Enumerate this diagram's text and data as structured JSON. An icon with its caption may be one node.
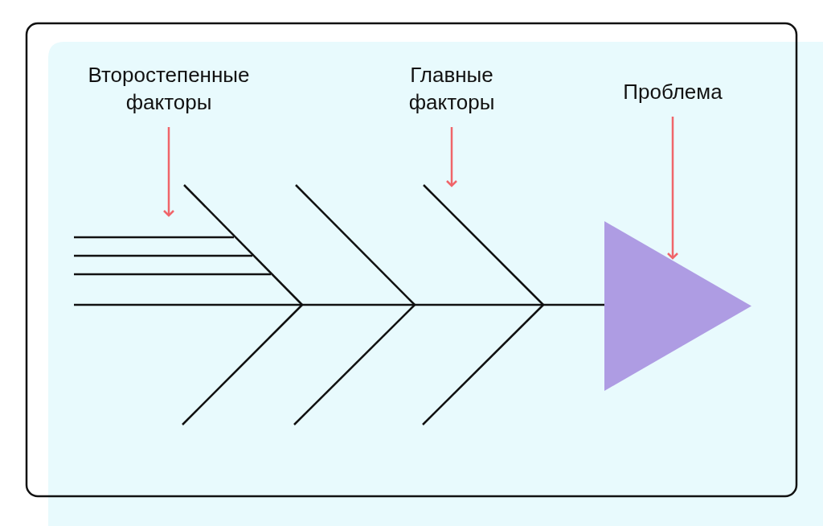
{
  "diagram": {
    "nodes": [
      {
        "text": [
          "Второстепенные факторы"
        ]
      },
      {
        "text": [
          "Главные факторы"
        ]
      },
      {
        "text": [
          "Проблема"
        ]
      },
      {
        "text": [],
        "shape": "triangle"
      }
    ],
    "edges": [
      {
        "from": 0,
        "to": null,
        "arrow": "to"
      },
      {
        "from": 1,
        "to": null,
        "arrow": "to"
      },
      {
        "from": 2,
        "to": 3,
        "arrow": "to"
      }
    ]
  }
}
